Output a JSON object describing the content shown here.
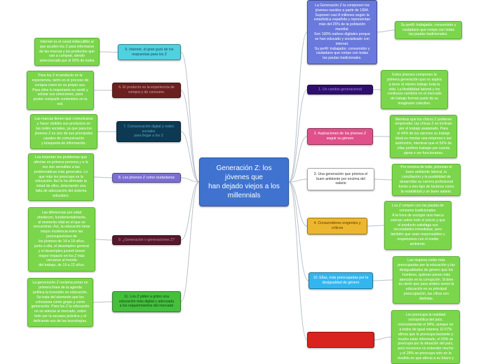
{
  "map": {
    "central": "Generación Z: los\njóvenes que\nhan dejado viejos a los\nmillennials",
    "left": {
      "t5": "5. Internet, el gran gurú de los\nrespuestas para los Z",
      "t6": "6. El producto es la experiencia de\ncompra y de consumo.",
      "t7": "7. Comunicación digital y redes\nsociales\npara llegar a los Z",
      "t8": "8. Los jóvenes Z como ciudadanos",
      "t9": "9. ¿Generación o generaciones Z?",
      "t11": "11. Los Z piden a gritos una\neducación más digital y adecuada\na los requerimientos del mercado",
      "l5": "Internet es el canal indiscutible al\nque acuden los Z para informarse\nde las marcas y los productos que\nvan a comprar, siendo\nseleccionado por el 92% de todos",
      "l6": "Para los Z el producto es la\nexperiencia, tanto en el proceso de\ncompra como en su propio uso.\nPara ellos lo importante es sentir y\nactivar sus emociones, para\nposter compartir contenidos en la\nred.",
      "l7": "Las marcas tienen que comunicarse\ny hacer visibles sus productos en\nlas redes sociales, ya que para los\njóvenes Z es uno de sus principales\ncanales de comunicación\ny búsqueda de información.",
      "l8": "Les importan los problemas que\nafectan en primera persona y a la\nvez son sensibles a las\nproblemáticas más generales. Lo\nque más les preocupa es la\neducación. Así lo ha afirmado la\nmitad de ellos, detectando una\nfalta de adecuación del sistema\neducativo.",
      "l9": "Las diferencias por edad\nobedecen, fundamentalmente,\nal momento vital en el que se\nencuentran. Así, la educación tiene\nmayor incidencia entre las\npreocupaciones de\nlos jóvenes de 14 a 18 años,\njunto a ella, el desempleo general\ny el desempleo juvenil tienen\nmayor impacto en los Z más\ncercanos al mundo\ndel trabajo, de 19 a 22 años.",
      "l11": "La generación Z reclama poner en\nprimera línea de la agenda\npolítica la inversión en educación.\nSe trata del elemento que les\ncohesiona como grupo y como\ngeneración. Para los Z la educación\nno se adecúa al mercado, sobre\ntodo por la escasez práctica y el\ndeficiente uso de las tecnologías."
    },
    "right": {
      "top_main": "La Generación Z la componen los\njóvenes nacidos a partir de 1994.\nSuponen casi 8 millones según la\nestadística española y representan\nmás del 25% de la población\nmundial.\nSon 100% nativos digitales porque\nse han educado y socializado con\ninternet.\nSu perfil: trabajador, consumidor y\nciudadano que rompe con todas\nlas pautas tradicionales.",
      "top_leaf": "Su perfil: trabajador, consumidor y\nciudadano que rompe con todas\nlas pautas tradicionales.",
      "t1": "1. Un cambio generacional",
      "t2": "2. Aspiraciones de los jóvenes Z\nseguir su género",
      "t3": "3. Una generación que prioriza el\nbuen ambiente por encima del\nsalario",
      "t4": "4. Consumidores exigentes y\ncríticos",
      "t10": "10. Ellas, más preocupadas por la\ndesigualdad de género",
      "t12": "",
      "l1": "Estos jóvenes componen la\nprimera generación que no aspira\na tener el mismo trabajo toda la\nvida. La flexibilidad laboral y los\ncontinuos cambios en el mercado\nde trabajo forman parte de su\nimaginario colectivo.",
      "l2": "Mientras que los chicos Z prefieren\nemprender, las chicas Z se inclinan\npor el trabajo asalariado. Para\nel 44% de los varones su trabajo\nideal es montar una empresa o ser\nautónomo, mientras que el 52% de\nellas prefiere trabajar por cuenta\najena o ser funcionarias.",
      "l3": "Por encima de todo, priorizan el\nbuen ambiente laboral, la\nconciliación y la posibilidad de\ndesarrollar su carrera profesional\nfrente a otro tipo de factores como\nla estabilidad y un buen salario.",
      "l4": "Los Z rompen con las pautas de\nconsumo tradicionales.\nA la hora de escoger una marca\nvaloran sobre todo el precio y que\nel producto satisfaga sus\nnecesidades inmediatas, pero\ntambién que sean responsables y\nrespetuosos con el medio\nambiente.",
      "l10": "Las mujeres están más\npreocupadas por la educación y las\ndesigualdades de género que los\nhombres, quienes ponen más\natención en la corrupción. Si bien\nes cierto que para ambos sexos la\neducación es su principal\npreocupación, las cifras son\ndistintas.",
      "l12": "Les preocupa la realidad\nsociopolítica del país,\nconcretamente el 94%, aunque no\na todos de igual manera. El 57%\nafirma que le preocupa bastante y\nmucho estar informado, el 29% se\npreocupa por la situación del país,\npero reconoce no entender mucho\ny el 28% se preocupa solo en la\nmedida en que afecta a su futuro y"
    }
  },
  "colors": {
    "central": "#3f73cf",
    "leaf": "#7bd64b",
    "line": "#b9c2cc"
  }
}
